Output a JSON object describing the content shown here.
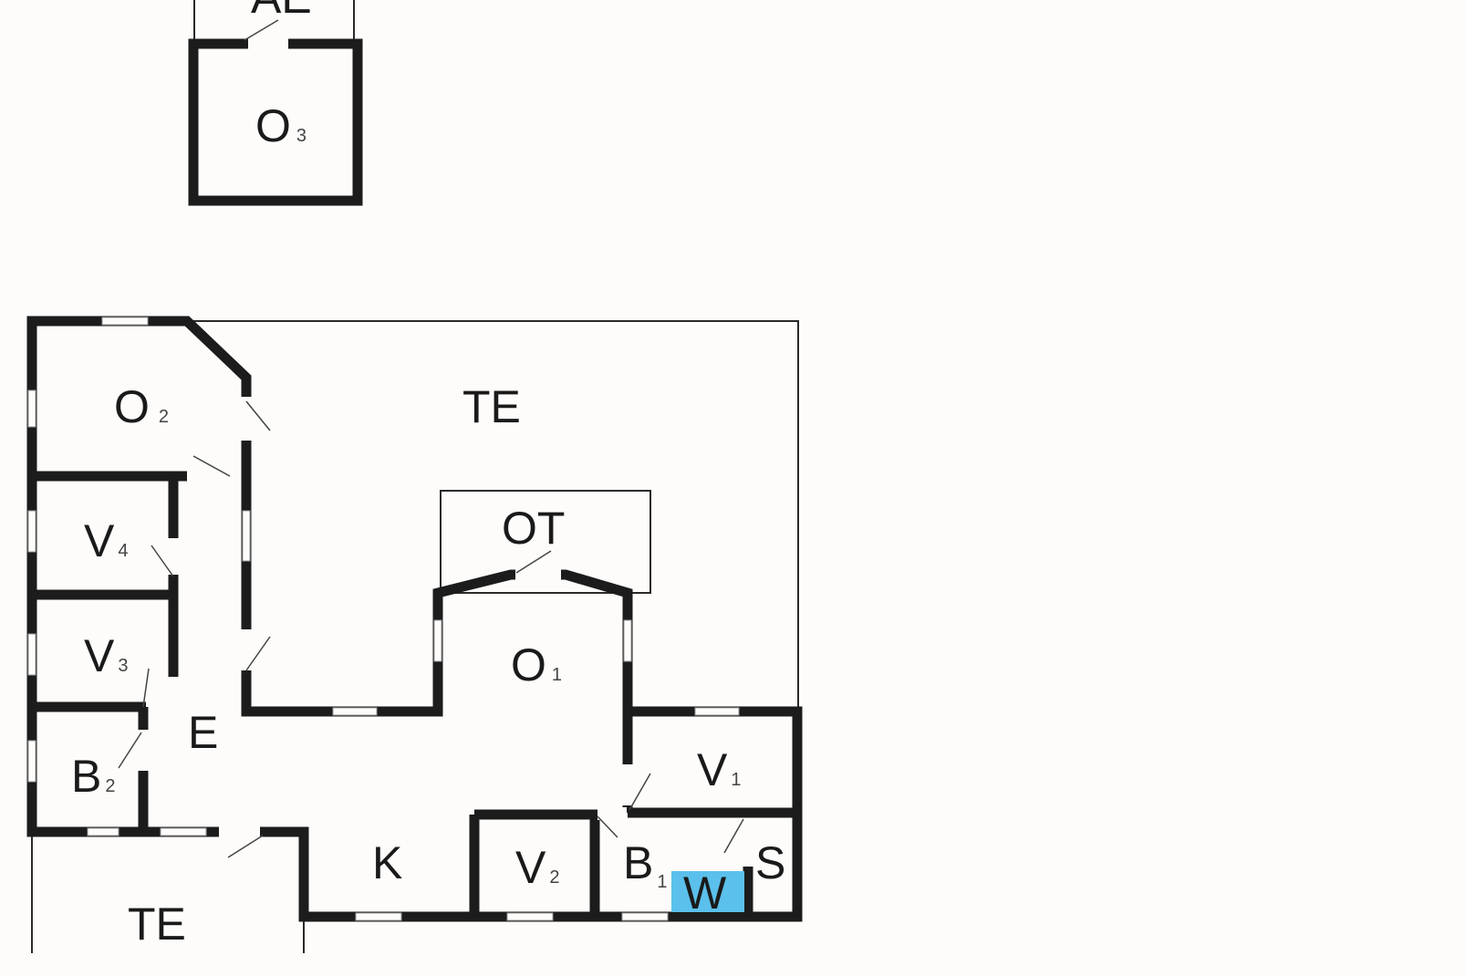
{
  "plan": {
    "rooms": {
      "ae": {
        "label": "AE"
      },
      "o3": {
        "label": "O",
        "sub": "3"
      },
      "te_top": {
        "label": "TE"
      },
      "o2": {
        "label": "O",
        "sub": "2"
      },
      "v4": {
        "label": "V",
        "sub": "4"
      },
      "v3": {
        "label": "V",
        "sub": "3"
      },
      "b2": {
        "label": "B",
        "sub": "2"
      },
      "e": {
        "label": "E"
      },
      "k": {
        "label": "K"
      },
      "ot": {
        "label": "OT"
      },
      "o1": {
        "label": "O",
        "sub": "1"
      },
      "v1": {
        "label": "V",
        "sub": "1"
      },
      "v2": {
        "label": "V",
        "sub": "2"
      },
      "b1": {
        "label": "B",
        "sub": "1"
      },
      "w": {
        "label": "W"
      },
      "s": {
        "label": "S"
      },
      "te_bottom": {
        "label": "TE"
      }
    },
    "colors": {
      "wall": "#1c1c1c",
      "background": "#fdfcfa",
      "highlight": "#5bc0eb"
    }
  }
}
